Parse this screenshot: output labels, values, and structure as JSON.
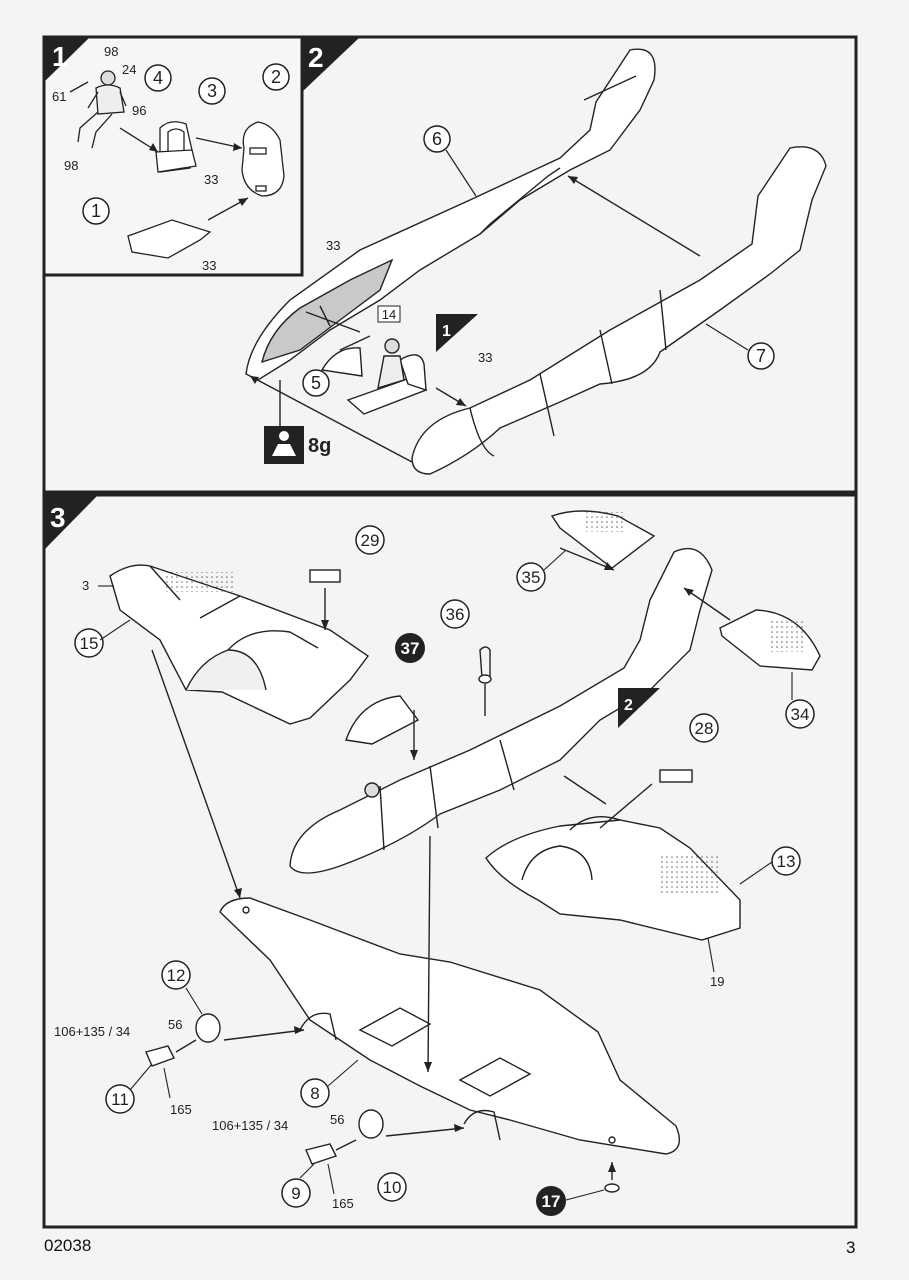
{
  "footer": {
    "code": "02038",
    "page": "3"
  },
  "steps": {
    "s1": "1",
    "s2": "2",
    "s3": "3"
  },
  "step1": {
    "refs": [
      "98",
      "24",
      "61",
      "96",
      "98",
      "33",
      "33"
    ],
    "parts": [
      "4",
      "3",
      "2",
      "1"
    ]
  },
  "step2": {
    "parts": [
      "6",
      "7",
      "5"
    ],
    "refs": [
      "33",
      "33"
    ],
    "box_ref": "14",
    "step_ref": "1",
    "weight": "8g"
  },
  "step3": {
    "parts": [
      "29",
      "35",
      "15",
      "36",
      "37",
      "34",
      "28",
      "13",
      "12",
      "11",
      "8",
      "10",
      "9",
      "17"
    ],
    "refs": [
      "3",
      "19",
      "56",
      "56",
      "106+135 / 34",
      "106+135 / 34",
      "165",
      "165"
    ],
    "step_ref": "2"
  }
}
